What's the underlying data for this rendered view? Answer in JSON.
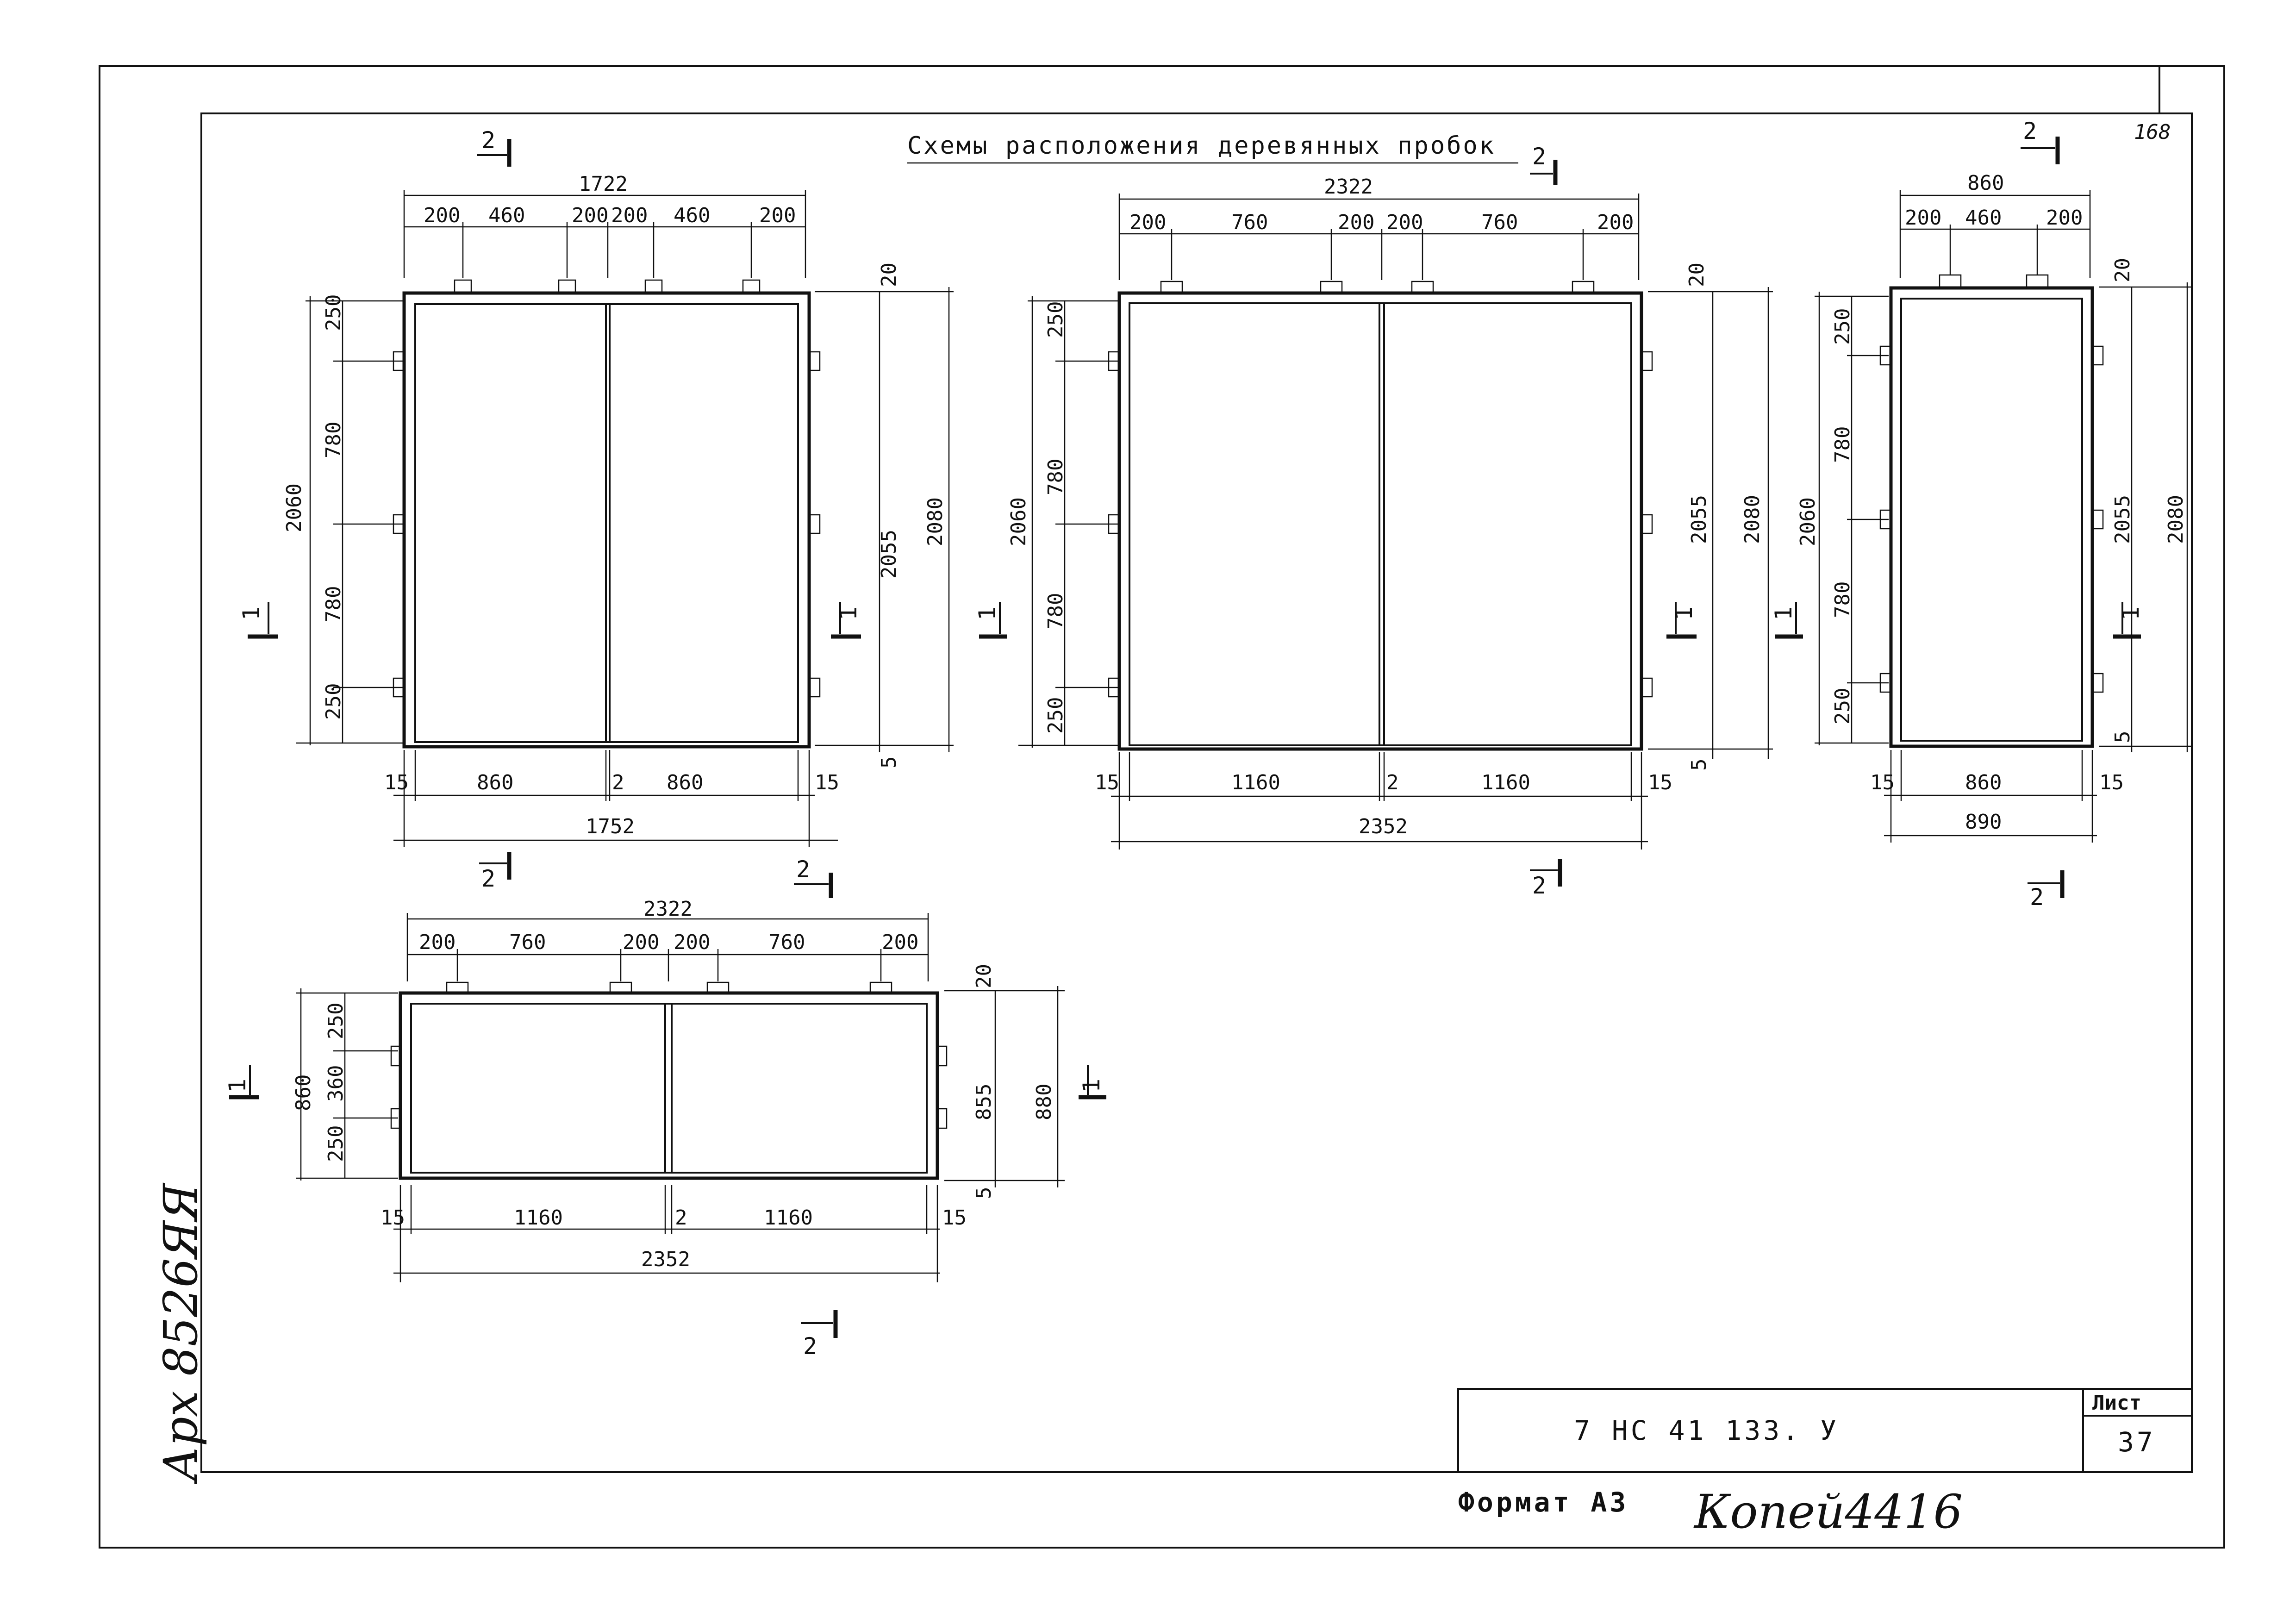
{
  "title": "Схемы расположения деревянных пробок",
  "sheet_number": "168",
  "stamp": {
    "code": "7 НС 41 133. У",
    "sheet_label": "Лист",
    "sheet_value": "37"
  },
  "format_label": "Формат А3",
  "signature_bottom": "Копей4416",
  "signature_side": "Арх 8526ЯЯ",
  "section_marks": {
    "two": "2",
    "one": "1"
  },
  "frames": {
    "a": {
      "top_total": "1722",
      "top_segments": [
        "200",
        "460",
        "200",
        "200",
        "460",
        "200"
      ],
      "left_dims": [
        "250",
        "780",
        "780",
        "250"
      ],
      "left_total": "2060",
      "right_inner": "2055",
      "right_outer": "2080",
      "right_top": "20",
      "right_bottom": "5",
      "bottom_segments": [
        "15",
        "860",
        "2",
        "860",
        "15"
      ],
      "bottom_total": "1752"
    },
    "b": {
      "top_total": "2322",
      "top_segments": [
        "200",
        "760",
        "200",
        "200",
        "760",
        "200"
      ],
      "left_dims": [
        "250",
        "780",
        "780",
        "250"
      ],
      "left_total": "2060",
      "right_inner": "2055",
      "right_outer": "2080",
      "right_top": "20",
      "right_bottom": "5",
      "bottom_segments": [
        "15",
        "1160",
        "2",
        "1160",
        "15"
      ],
      "bottom_total": "2352"
    },
    "c": {
      "top_total": "860",
      "top_segments": [
        "200",
        "460",
        "200"
      ],
      "left_dims": [
        "250",
        "780",
        "780",
        "250"
      ],
      "left_total": "2060",
      "right_inner": "2055",
      "right_outer": "2080",
      "right_top": "20",
      "right_bottom": "5",
      "bottom_segments": [
        "15",
        "860",
        "15"
      ],
      "bottom_total": "890"
    },
    "d": {
      "top_total": "2322",
      "top_segments": [
        "200",
        "760",
        "200",
        "200",
        "760",
        "200"
      ],
      "left_dims": [
        "250",
        "360",
        "250"
      ],
      "left_total": "860",
      "right_inner": "855",
      "right_outer": "880",
      "right_top": "20",
      "right_bottom": "5",
      "bottom_segments": [
        "15",
        "1160",
        "2",
        "1160",
        "15"
      ],
      "bottom_total": "2352"
    }
  }
}
